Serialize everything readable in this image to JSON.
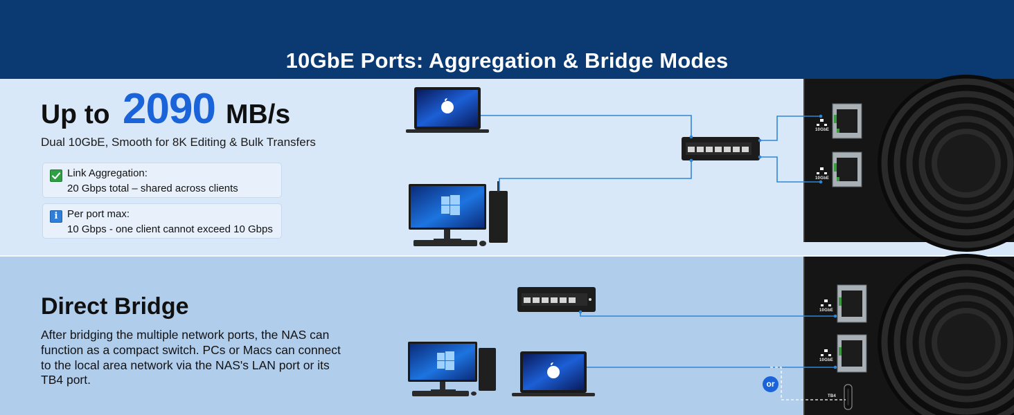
{
  "header": {
    "title": "10GbE Ports: Aggregation & Bridge Modes"
  },
  "aggregation": {
    "speed_prefix": "Up to",
    "speed_value": "2090",
    "speed_unit": "MB/s",
    "subtitle": "Dual 10GbE, Smooth for 8K Editing & Bulk Transfers",
    "info_boxes": [
      {
        "icon": "check-icon",
        "title": "Link Aggregation:",
        "text": "20 Gbps total – shared across clients"
      },
      {
        "icon": "info-icon",
        "title": "Per port max:",
        "text": "10 Gbps - one client cannot exceed 10 Gbps"
      }
    ]
  },
  "bridge": {
    "title": "Direct Bridge",
    "description": "After bridging the multiple network ports, the NAS can function as a compact switch. PCs or Macs can connect to the local area network via the NAS's LAN port or its TB4 port.",
    "or_label": "or"
  },
  "ports": {
    "lan_label": "10GbE",
    "tb_label": "TB4"
  },
  "colors": {
    "header_bg": "#0b3a73",
    "accent": "#1a63d8",
    "top_panel": "#d9e8f9",
    "bottom_panel": "#b1cdec",
    "cable": "#2f86d6"
  }
}
